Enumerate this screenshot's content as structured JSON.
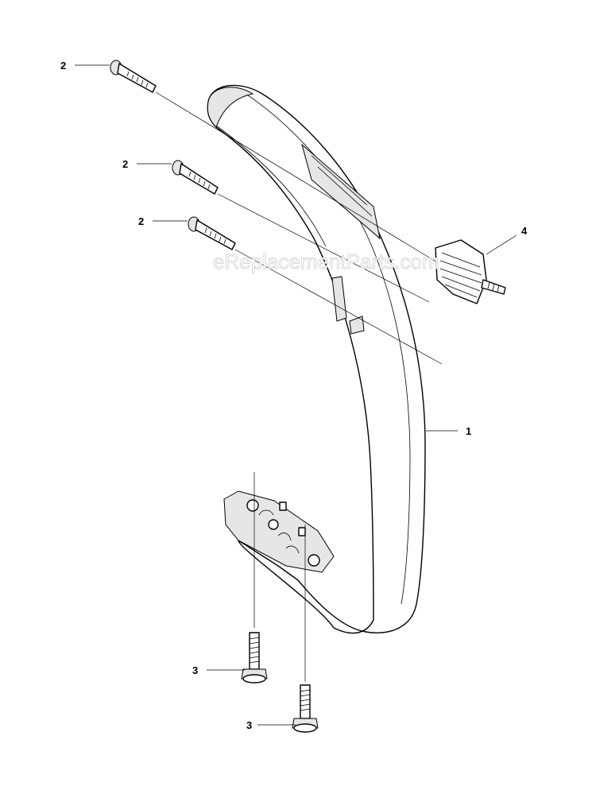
{
  "watermark": "eReplacementParts.com",
  "callouts": [
    {
      "id": "screw-top",
      "label": "2"
    },
    {
      "id": "screw-middle",
      "label": "2"
    },
    {
      "id": "screw-lower",
      "label": "2"
    },
    {
      "id": "spring",
      "label": "4"
    },
    {
      "id": "handle",
      "label": "1"
    },
    {
      "id": "bolt-left",
      "label": "3"
    },
    {
      "id": "bolt-right",
      "label": "3"
    }
  ]
}
